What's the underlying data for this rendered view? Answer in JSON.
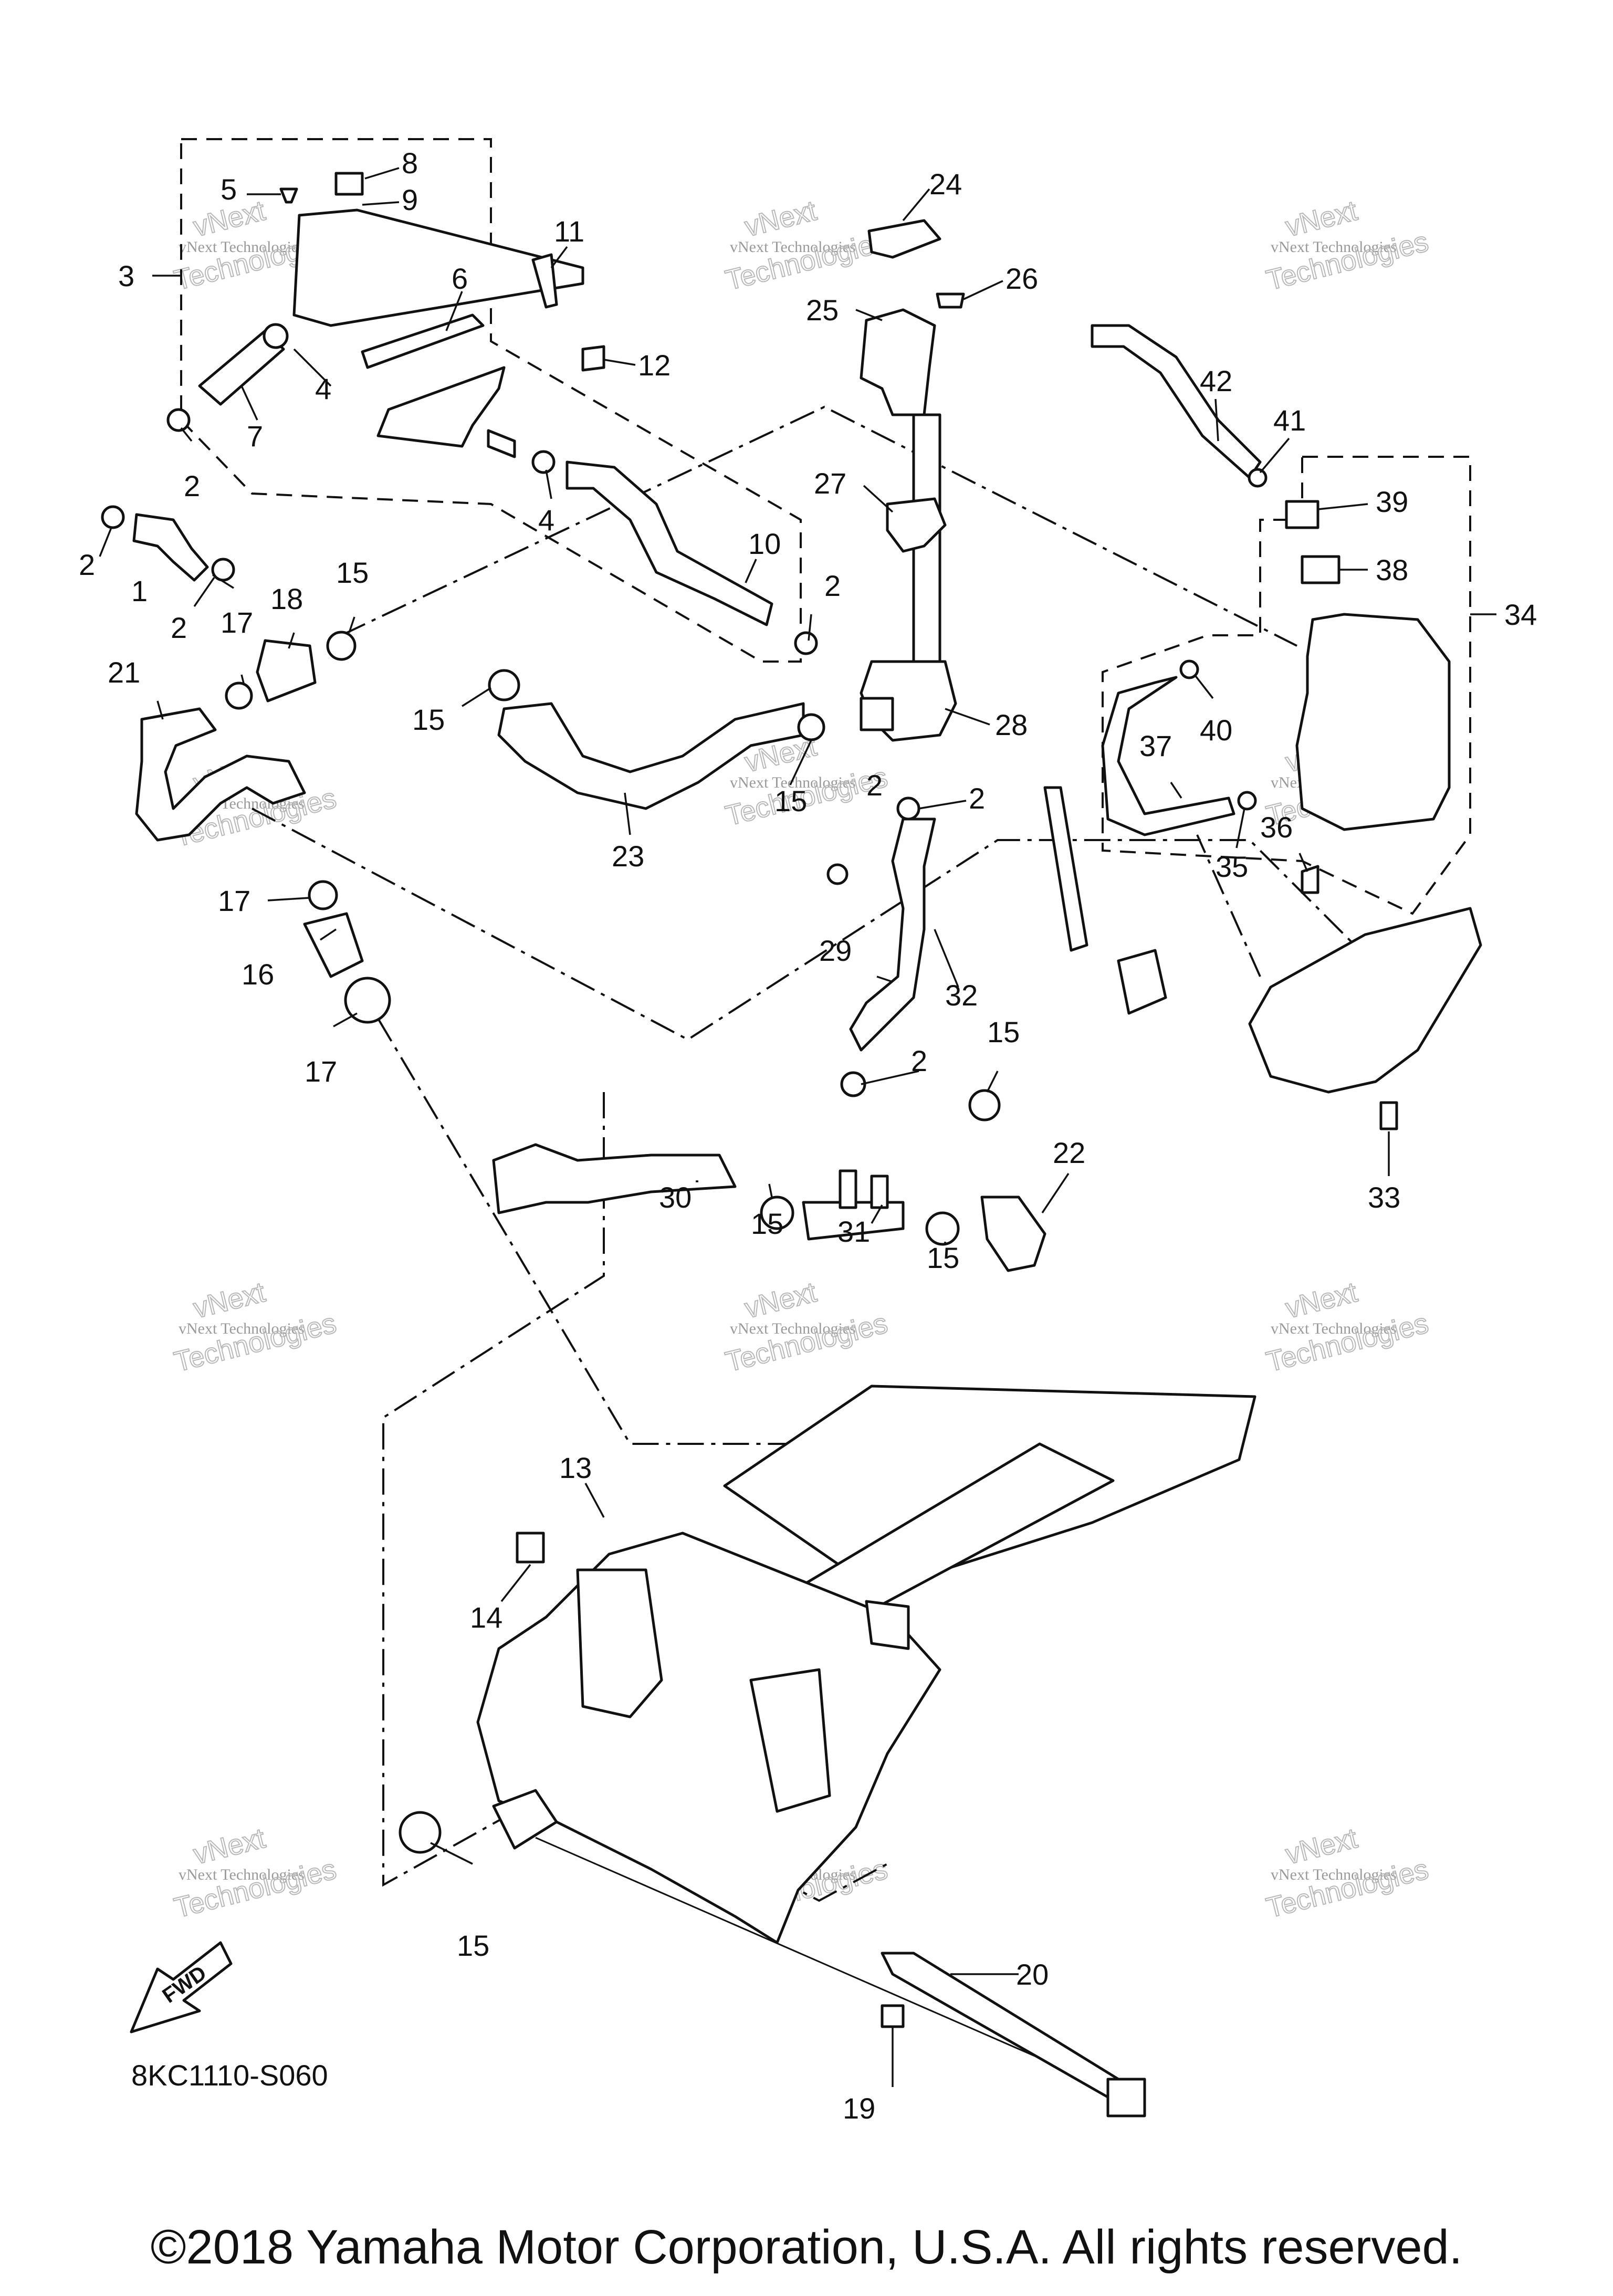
{
  "diagram": {
    "parts": [
      {
        "id": "p1",
        "label": "1"
      },
      {
        "id": "p2a",
        "label": "2"
      },
      {
        "id": "p2b",
        "label": "2"
      },
      {
        "id": "p2c",
        "label": "2"
      },
      {
        "id": "p2d",
        "label": "2"
      },
      {
        "id": "p2e",
        "label": "2"
      },
      {
        "id": "p2f",
        "label": "2"
      },
      {
        "id": "p2g",
        "label": "2"
      },
      {
        "id": "p3",
        "label": "3"
      },
      {
        "id": "p4a",
        "label": "4"
      },
      {
        "id": "p4b",
        "label": "4"
      },
      {
        "id": "p5",
        "label": "5"
      },
      {
        "id": "p6",
        "label": "6"
      },
      {
        "id": "p7",
        "label": "7"
      },
      {
        "id": "p8",
        "label": "8"
      },
      {
        "id": "p9",
        "label": "9"
      },
      {
        "id": "p10",
        "label": "10"
      },
      {
        "id": "p11",
        "label": "11"
      },
      {
        "id": "p12",
        "label": "12"
      },
      {
        "id": "p13",
        "label": "13"
      },
      {
        "id": "p14",
        "label": "14"
      },
      {
        "id": "p15a",
        "label": "15"
      },
      {
        "id": "p15b",
        "label": "15"
      },
      {
        "id": "p15c",
        "label": "15"
      },
      {
        "id": "p15d",
        "label": "15"
      },
      {
        "id": "p15e",
        "label": "15"
      },
      {
        "id": "p15f",
        "label": "15"
      },
      {
        "id": "p15g",
        "label": "15"
      },
      {
        "id": "p16",
        "label": "16"
      },
      {
        "id": "p17a",
        "label": "17"
      },
      {
        "id": "p17b",
        "label": "17"
      },
      {
        "id": "p17c",
        "label": "17"
      },
      {
        "id": "p18",
        "label": "18"
      },
      {
        "id": "p19",
        "label": "19"
      },
      {
        "id": "p20",
        "label": "20"
      },
      {
        "id": "p21",
        "label": "21"
      },
      {
        "id": "p22",
        "label": "22"
      },
      {
        "id": "p23",
        "label": "23"
      },
      {
        "id": "p24",
        "label": "24"
      },
      {
        "id": "p25",
        "label": "25"
      },
      {
        "id": "p26",
        "label": "26"
      },
      {
        "id": "p27",
        "label": "27"
      },
      {
        "id": "p28",
        "label": "28"
      },
      {
        "id": "p29",
        "label": "29"
      },
      {
        "id": "p30",
        "label": "30"
      },
      {
        "id": "p31",
        "label": "31"
      },
      {
        "id": "p32",
        "label": "32"
      },
      {
        "id": "p33",
        "label": "33"
      },
      {
        "id": "p34",
        "label": "34"
      },
      {
        "id": "p35",
        "label": "35"
      },
      {
        "id": "p36",
        "label": "36"
      },
      {
        "id": "p37",
        "label": "37"
      },
      {
        "id": "p38",
        "label": "38"
      },
      {
        "id": "p39",
        "label": "39"
      },
      {
        "id": "p40",
        "label": "40"
      },
      {
        "id": "p41",
        "label": "41"
      },
      {
        "id": "p42",
        "label": "42"
      }
    ],
    "watermark": {
      "line1": "vNext Technologies",
      "line2": "vNext",
      "line3": "Technologies"
    },
    "fwd_label": "FWD",
    "diagram_code": "8KC1110-S060",
    "copyright": "©2018 Yamaha Motor Corporation, U.S.A. All rights reserved."
  }
}
